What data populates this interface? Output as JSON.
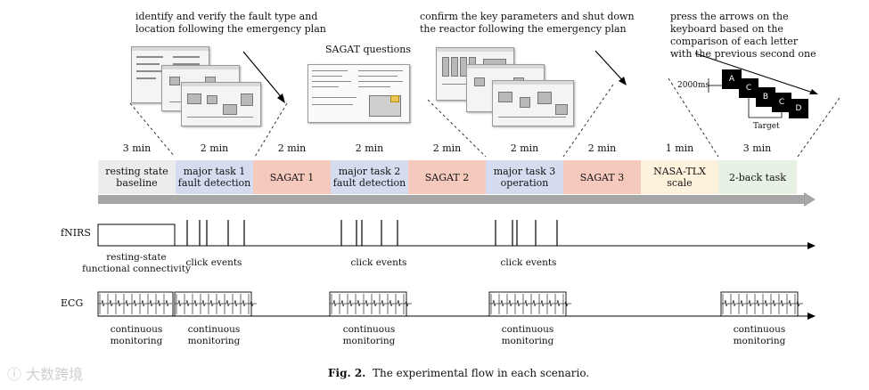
{
  "top_notes": {
    "fault": "identify and verify the fault type and location following the emergency plan",
    "sagat": "SAGAT questions",
    "reactor": "confirm the key parameters and shut down the reactor following the emergency plan",
    "nback": "press the arrows on the keyboard based on the comparison of each letter with the previous second one"
  },
  "nback_demo": {
    "interval": "2000ms",
    "letters": [
      "A",
      "C",
      "B",
      "C",
      "D"
    ],
    "target": "Target"
  },
  "durations": [
    "3 min",
    "2 min",
    "2 min",
    "2 min",
    "2 min",
    "2 min",
    "2 min",
    "1 min",
    "3 min"
  ],
  "segments": [
    {
      "line1": "resting state",
      "line2": "baseline",
      "color": "#ececec"
    },
    {
      "line1": "major task 1",
      "line2": "fault detection",
      "color": "#d5dcef"
    },
    {
      "line1": "SAGAT 1",
      "line2": "",
      "color": "#f6c9bd"
    },
    {
      "line1": "major task 2",
      "line2": "fault detection",
      "color": "#d5dcef"
    },
    {
      "line1": "SAGAT 2",
      "line2": "",
      "color": "#f6c9bd"
    },
    {
      "line1": "major task 3",
      "line2": "operation",
      "color": "#d5dcef"
    },
    {
      "line1": "SAGAT 3",
      "line2": "",
      "color": "#f6c9bd"
    },
    {
      "line1": "NASA-TLX",
      "line2": "scale",
      "color": "#fdf2dc"
    },
    {
      "line1": "2-back task",
      "line2": "",
      "color": "#e7f1e4"
    }
  ],
  "fnirs": {
    "label": "fNIRS",
    "resting_line1": "resting-state",
    "resting_line2": "functional connectivity",
    "click_events": [
      "click events",
      "click events",
      "click events"
    ]
  },
  "ecg": {
    "label": "ECG",
    "monitor_line1": "continuous",
    "monitor_line2": "monitoring"
  },
  "caption": {
    "prefix": "Fig. 2.",
    "text": "The experimental flow in each scenario."
  },
  "watermark": "大数跨境",
  "colors": {
    "arrow": "#a6a6a6",
    "line": "#000000"
  }
}
